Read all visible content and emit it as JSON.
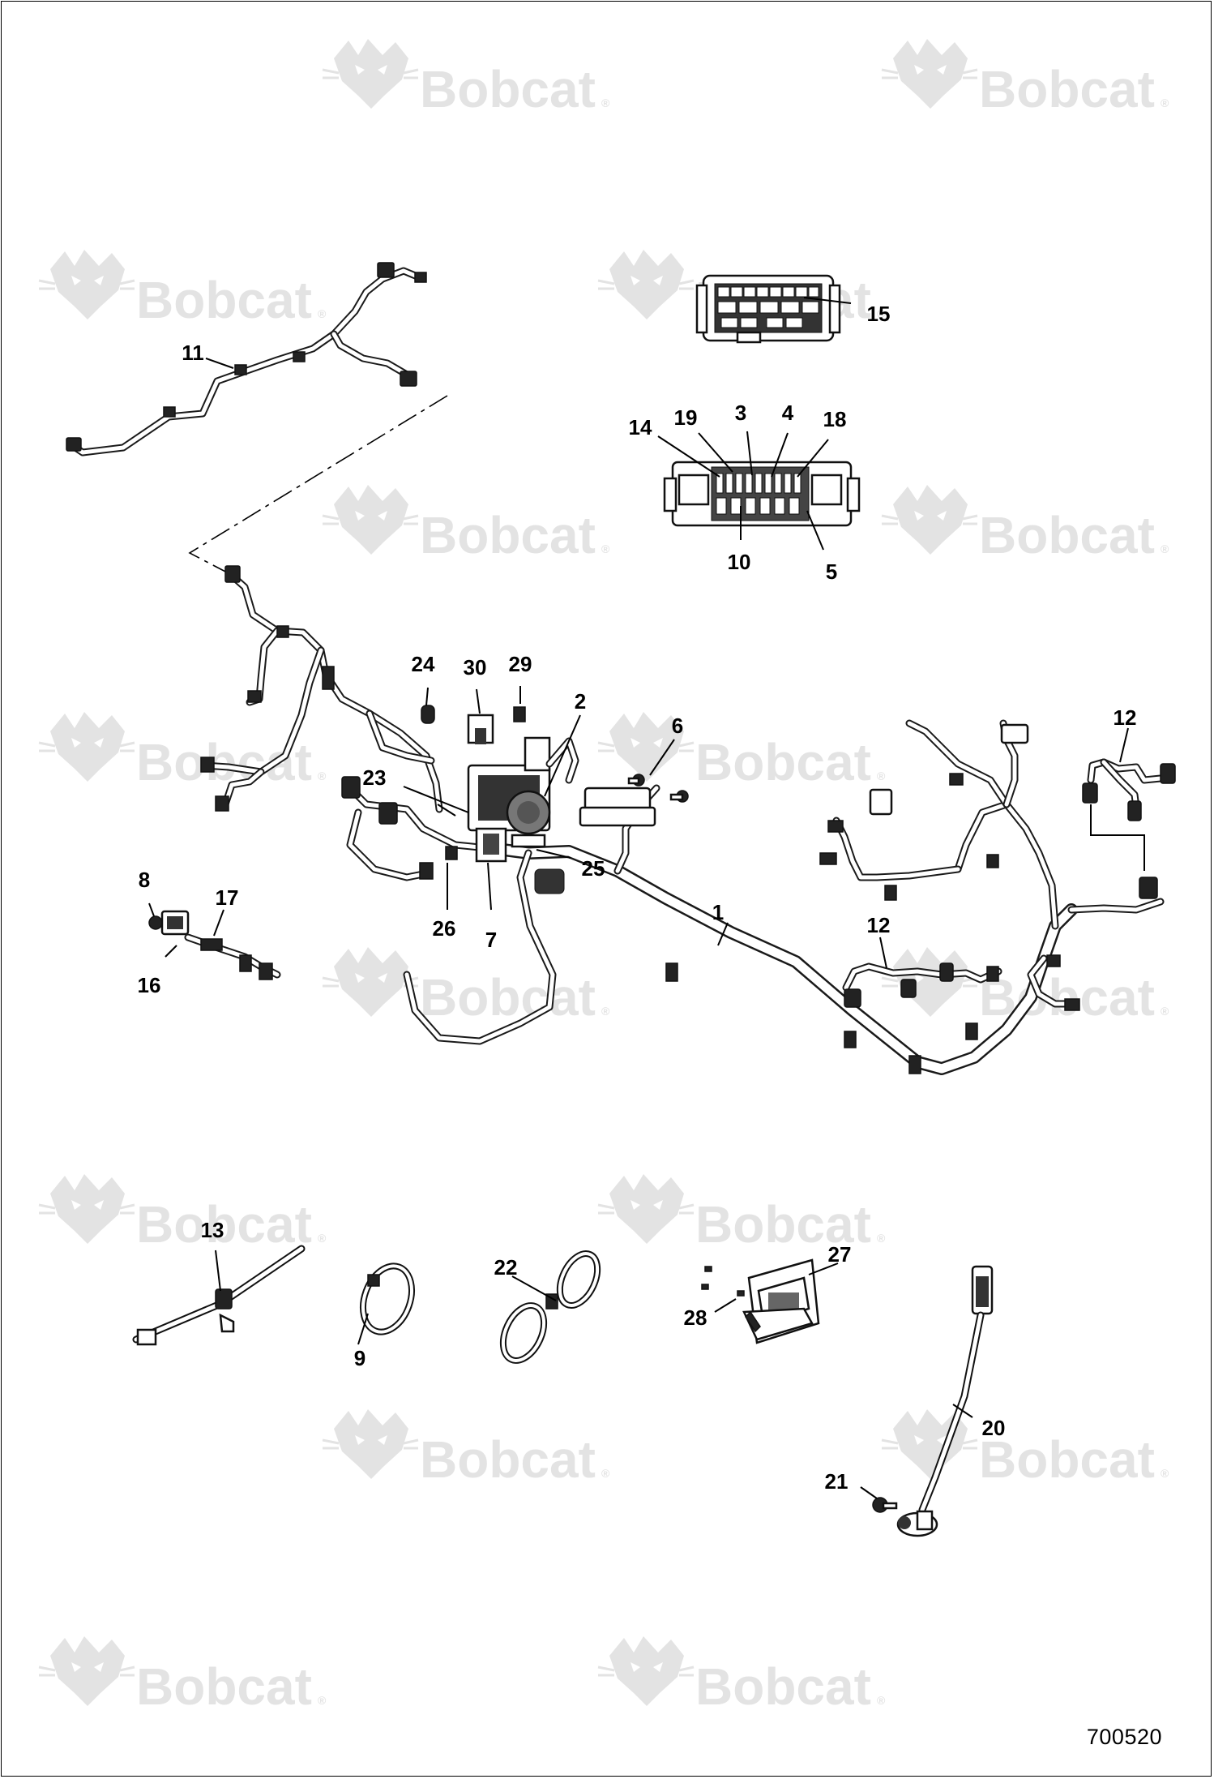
{
  "watermark": {
    "brand": "Bobcat",
    "registered_mark": "®"
  },
  "figure_number": "700520",
  "callouts": {
    "c1": "1",
    "c2": "2",
    "c3": "3",
    "c4": "4",
    "c5": "5",
    "c6": "6",
    "c7": "7",
    "c8": "8",
    "c9": "9",
    "c10": "10",
    "c11": "11",
    "c12a": "12",
    "c12b": "12",
    "c13": "13",
    "c14": "14",
    "c15": "15",
    "c16": "16",
    "c17": "17",
    "c18": "18",
    "c19": "19",
    "c20": "20",
    "c21": "21",
    "c22": "22",
    "c23": "23",
    "c24": "24",
    "c25": "25",
    "c26": "26",
    "c27": "27",
    "c28": "28",
    "c29": "29",
    "c30": "30"
  }
}
